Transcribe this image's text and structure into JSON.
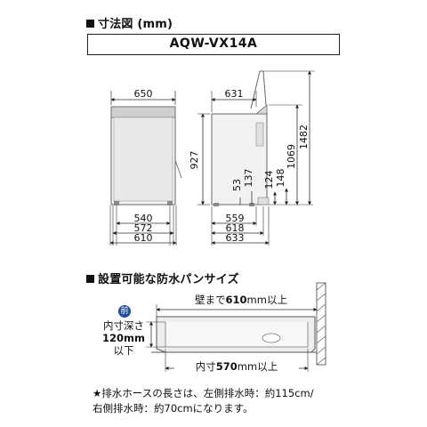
{
  "header": {
    "title": "寸法図 (mm)",
    "model": "AQW-VX14A"
  },
  "dimensions": {
    "front": {
      "width_top": "650",
      "bottom_widths": [
        "540",
        "572",
        "610"
      ]
    },
    "side": {
      "depth_top": "631",
      "bottom_depths": [
        "559",
        "618",
        "633"
      ],
      "vertical": {
        "h927": "927",
        "h1069": "1069",
        "h1482": "1482",
        "d53": "53",
        "d137": "137",
        "d124": "124",
        "d148": "148"
      }
    }
  },
  "pan_section": {
    "title": "設置可能な防水パンサイズ",
    "wall_label": {
      "pre": "壁まで",
      "num": "610",
      "post": "mm以上"
    },
    "inner_label": {
      "pre": "内寸",
      "num": "570",
      "post": "mm以上"
    },
    "front_badge": "前",
    "depth_label": {
      "line1": "内寸深さ",
      "line2": "120mm",
      "line3": "以下"
    }
  },
  "note": {
    "line1": "★排水ホースの長さは、左側排水時：約115cm/",
    "line2": "右側排水時：約70cmになります。"
  }
}
